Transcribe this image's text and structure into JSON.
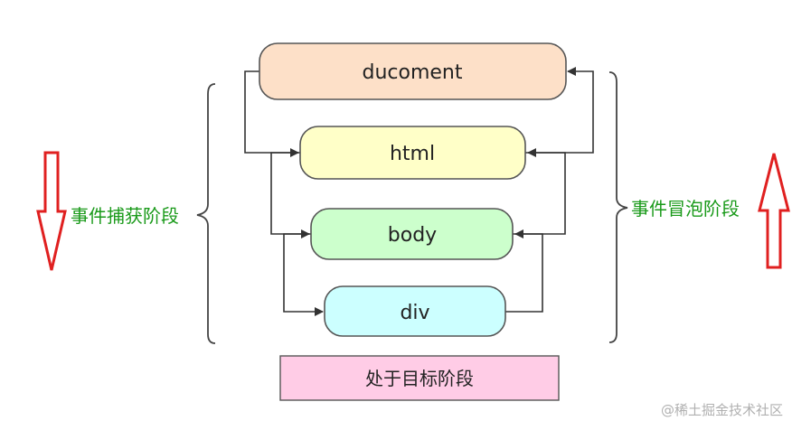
{
  "nodes": {
    "document": {
      "label": "ducoment",
      "fill": "#fde0c8",
      "stroke": "#555555"
    },
    "html": {
      "label": "html",
      "fill": "#ffffc8",
      "stroke": "#555555"
    },
    "body": {
      "label": "body",
      "fill": "#ccffcc",
      "stroke": "#555555"
    },
    "div": {
      "label": "div",
      "fill": "#ccffff",
      "stroke": "#555555"
    }
  },
  "phases": {
    "capture": {
      "label": "事件捕获阶段",
      "color": "#1a9a1a",
      "arrow_direction": "down"
    },
    "bubble": {
      "label": "事件冒泡阶段",
      "color": "#1a9a1a",
      "arrow_direction": "up"
    },
    "target": {
      "label": "处于目标阶段",
      "fill": "#ffcce6"
    }
  },
  "arrow_color": "#e02020",
  "watermark": "@稀土掘金技术社区"
}
